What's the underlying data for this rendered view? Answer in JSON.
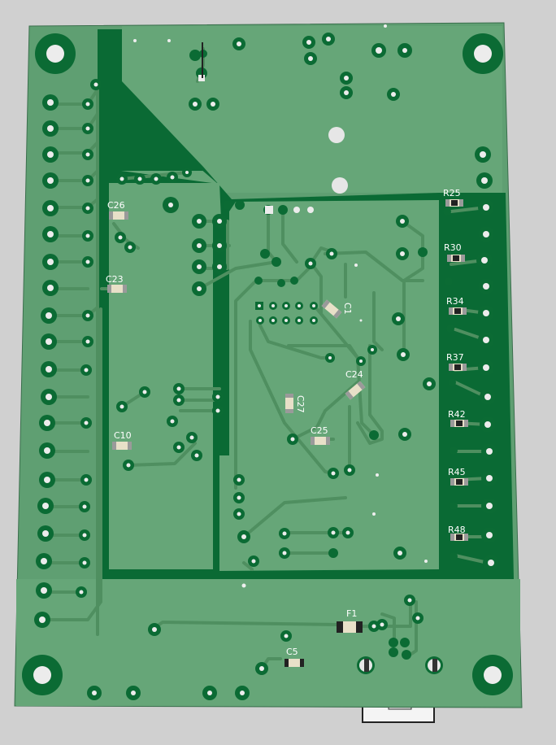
{
  "board": {
    "colors": {
      "background": "#d0d0d0",
      "substrate": "#5f9f72",
      "copper_pour": "#0a6a34",
      "trace": "#4f9364",
      "pad_copper": "#0b6b34",
      "pad_drill": "#ececec",
      "silk": "#ffffff",
      "smd_body": "#e8e0c8",
      "smd_end": "#9a9a9a"
    },
    "labels": {
      "r25": "R25",
      "r30": "R30",
      "r34": "R34",
      "r37": "R37",
      "r42": "R42",
      "r45": "R45",
      "r48": "R48",
      "c26": "C26",
      "c23": "C23",
      "c10": "C10",
      "c1": "C1",
      "c24": "C24",
      "c27": "C27",
      "c25": "C25",
      "f1": "F1",
      "c5": "C5"
    }
  }
}
